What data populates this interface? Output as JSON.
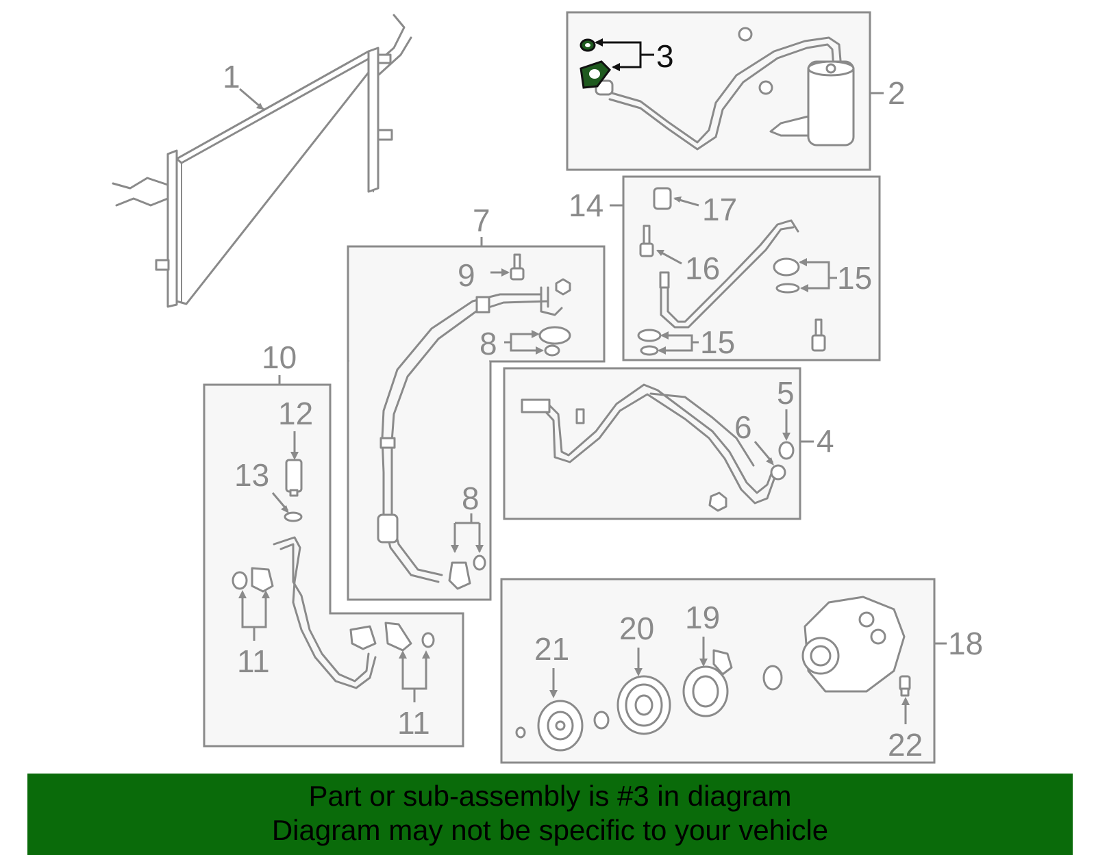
{
  "diagram": {
    "callouts": {
      "c1": "1",
      "c2": "2",
      "c3": "3",
      "c4": "4",
      "c5": "5",
      "c6": "6",
      "c7": "7",
      "c8a": "8",
      "c8b": "8",
      "c9": "9",
      "c10": "10",
      "c11a": "11",
      "c11b": "11",
      "c12": "12",
      "c13": "13",
      "c14": "14",
      "c15a": "15",
      "c15b": "15",
      "c16": "16",
      "c17": "17",
      "c18": "18",
      "c19": "19",
      "c20": "20",
      "c21": "21",
      "c22": "22"
    },
    "highlighted_part": "3",
    "colors": {
      "linework": "#8a8a8a",
      "box_fill": "#f7f7f7",
      "highlight": "#1f5a1f",
      "banner": "#0a6b0a"
    }
  },
  "footer": {
    "line1": "Part or sub-assembly is #3 in diagram",
    "line2": "Diagram may not be specific to your vehicle"
  }
}
